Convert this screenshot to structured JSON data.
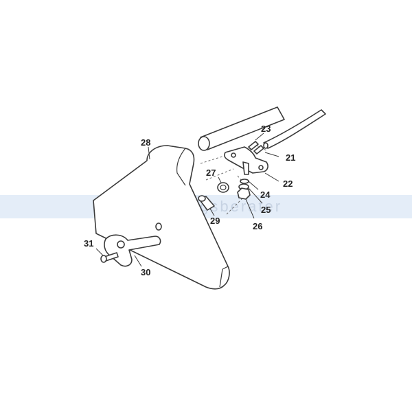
{
  "watermark": "reinigungsberater",
  "callouts": {
    "c21": "21",
    "c22": "22",
    "c23": "23",
    "c24": "24",
    "c25": "25",
    "c26": "26",
    "c27": "27",
    "c28": "28",
    "c29": "29",
    "c30": "30",
    "c31": "31"
  }
}
